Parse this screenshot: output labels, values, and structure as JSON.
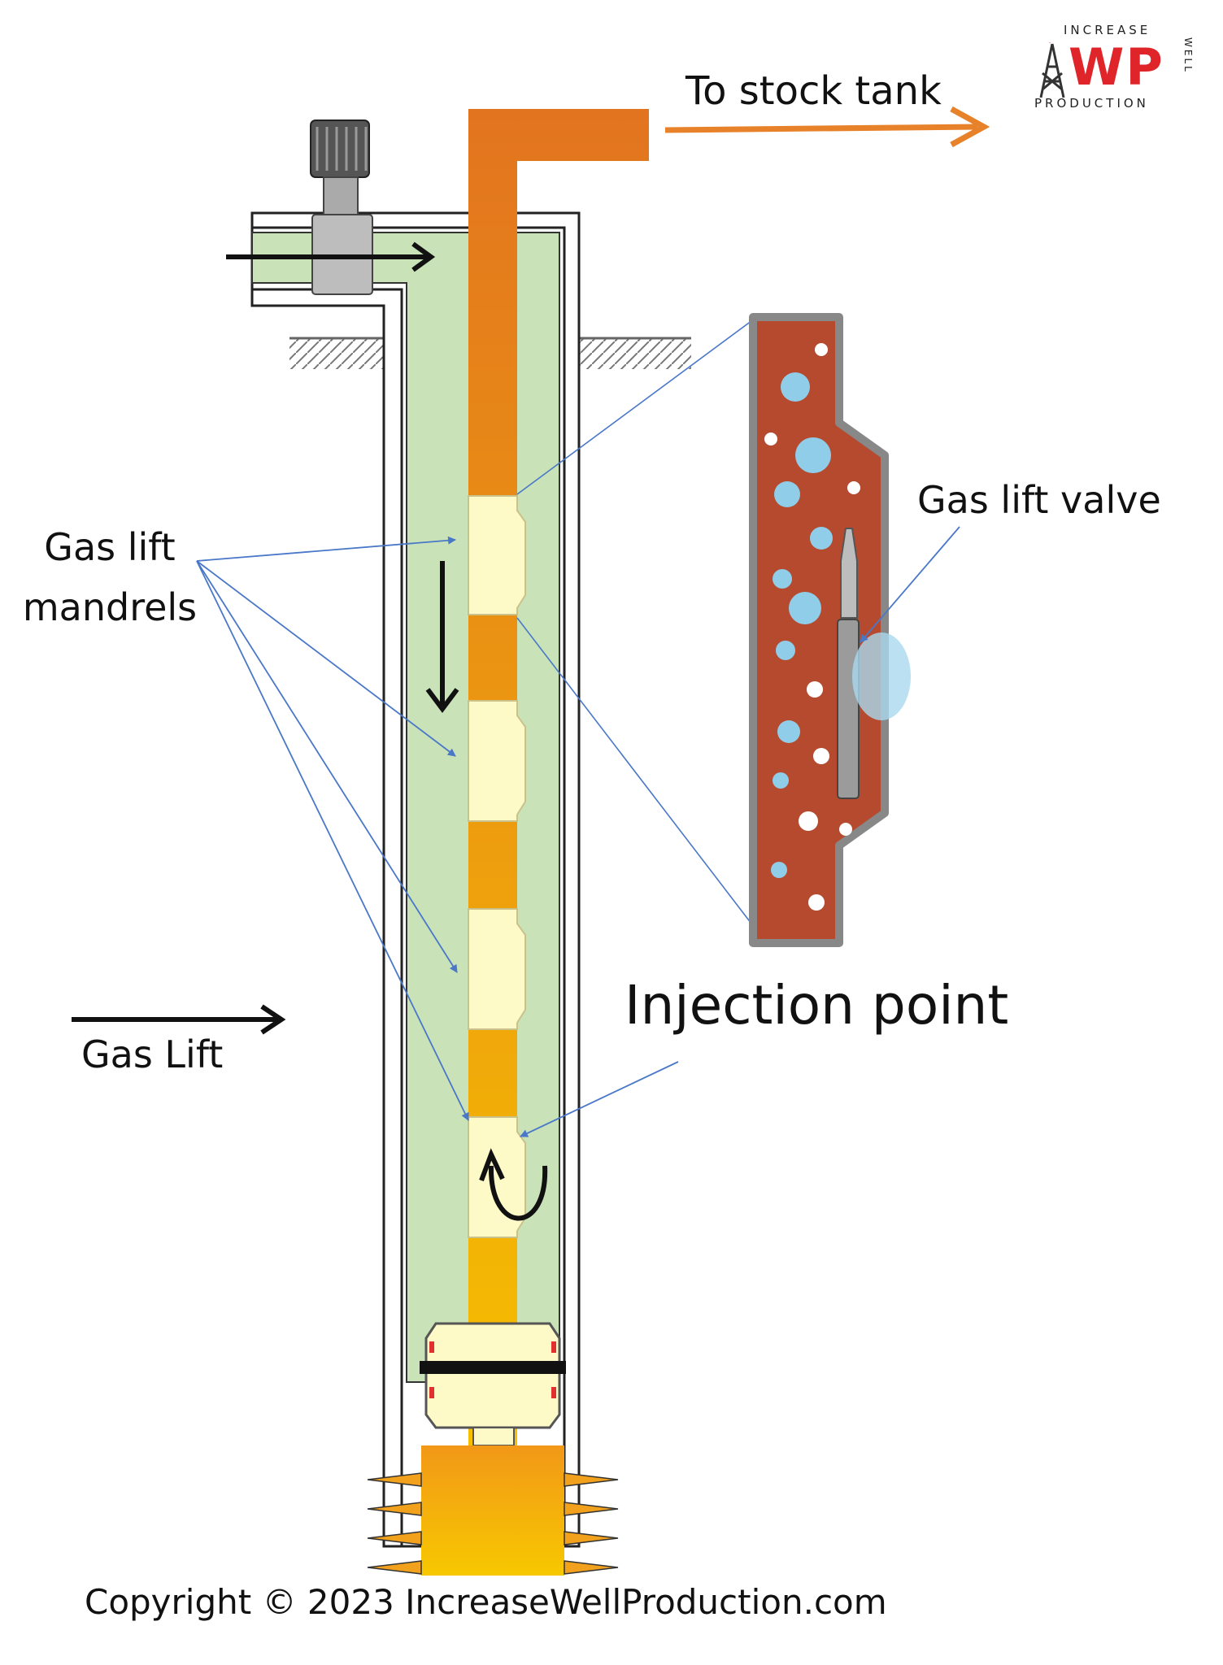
{
  "labels": {
    "stock_tank": "To stock tank",
    "mandrels_line1": "Gas lift",
    "mandrels_line2": "mandrels",
    "valve": "Gas lift valve",
    "injection": "Injection point",
    "gas_lift": "Gas Lift",
    "copyright": "Copyright © 2023 IncreaseWellProduction.com"
  },
  "logo": {
    "top": "INCREASE",
    "big": "WP",
    "bottom": "PRODUCTION",
    "side": "WELL"
  },
  "colors": {
    "annulus": "#c9e2b8",
    "fluid_top": "#e2741f",
    "fluid_bottom": "#f6c000",
    "mandrel": "#fdfac8",
    "detail_body": "#b54a2f",
    "bubble": "#8fcde8",
    "pointer": "#4a78c8",
    "stock_arrow": "#e8822a",
    "logo_red": "#e0252a"
  }
}
